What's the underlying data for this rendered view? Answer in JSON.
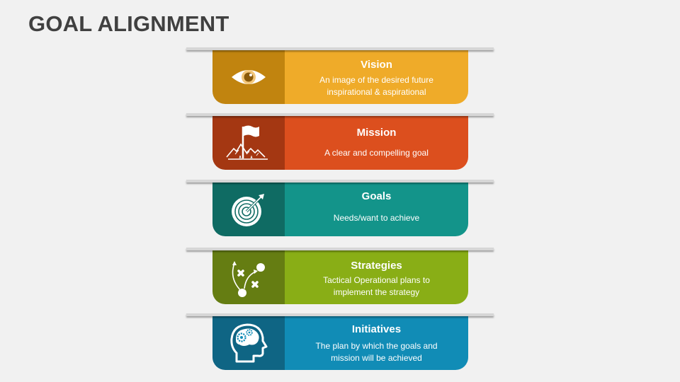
{
  "title": "GOAL ALIGNMENT",
  "levels": [
    {
      "heading": "Vision",
      "description_lines": [
        "An image of the desired  future",
        "inspirational & aspirational"
      ],
      "icon": "eye-icon",
      "icon_color": "#c1840f",
      "text_color": "#efab29"
    },
    {
      "heading": "Mission",
      "description_lines": [
        "A clear and compelling goal"
      ],
      "icon": "mountain-flag-icon",
      "icon_color": "#a43712",
      "text_color": "#dc4f1e"
    },
    {
      "heading": "Goals",
      "description_lines": [
        "Needs/want to achieve"
      ],
      "icon": "target-arrow-icon",
      "icon_color": "#0f6b63",
      "text_color": "#13948a"
    },
    {
      "heading": "Strategies",
      "description_lines": [
        "Tactical Operational plans to",
        "implement the strategy"
      ],
      "icon": "strategy-play-icon",
      "icon_color": "#657d12",
      "text_color": "#89ae16"
    },
    {
      "heading": "Initiatives",
      "description_lines": [
        "The plan by which the goals  and",
        "mission will be achieved"
      ],
      "icon": "head-gears-icon",
      "icon_color": "#0f6584",
      "text_color": "#118cb6"
    }
  ]
}
